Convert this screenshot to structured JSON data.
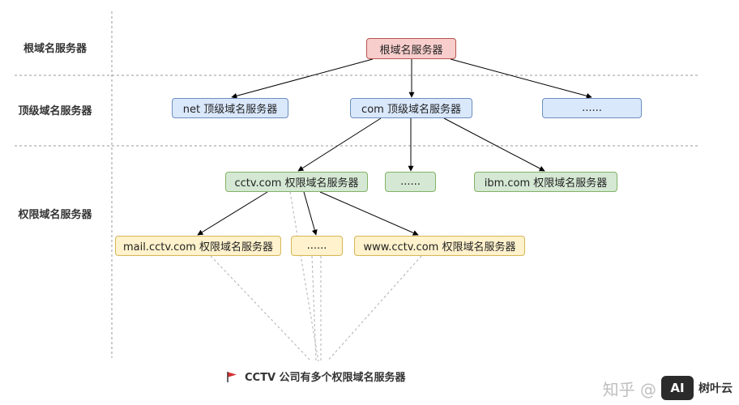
{
  "row_labels": {
    "root": "根域名服务器",
    "top": "顶级域名服务器",
    "authoritative": "权限域名服务器"
  },
  "nodes": {
    "root": "根域名服务器",
    "tld_net": "net 顶级域名服务器",
    "tld_com": "com 顶级域名服务器",
    "tld_more": "......",
    "auth_cctv": "cctv.com 权限域名服务器",
    "auth_more": "......",
    "auth_ibm": "ibm.com 权限域名服务器",
    "sub_mail": "mail.cctv.com 权限域名服务器",
    "sub_more": "......",
    "sub_www": "www.cctv.com 权限域名服务器"
  },
  "note": {
    "icon": "red-flag-icon",
    "text": "CCTV 公司有多个权限域名服务器"
  },
  "watermark": {
    "text": "知乎 @",
    "badge": "AI",
    "brand": "树叶云"
  },
  "colors": {
    "root_fill": "#f8cecc",
    "root_border": "#b85450",
    "top_fill": "#dae8fc",
    "top_border": "#6c8ebf",
    "auth_fill": "#d5e8d4",
    "auth_border": "#82b366",
    "sub_fill": "#fff2cc",
    "sub_border": "#d6b656",
    "flag": "#d32f2f"
  }
}
